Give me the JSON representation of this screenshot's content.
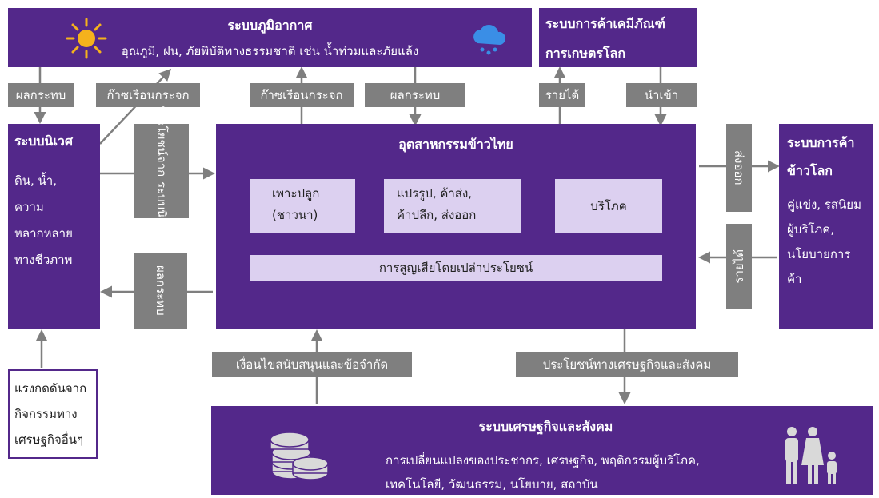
{
  "climate": {
    "title": "ระบบภูมิอากาศ",
    "subtitle": "อุณภูมิ, ฝน, ภัยพิบัติทางธรรมชาติ  เช่น น้ำท่วมและภัยแล้ง"
  },
  "agrochem": {
    "line1": "ระบบการค้าเคมีภัณฑ์",
    "line2": "การเกษตรโลก"
  },
  "ecosystem": {
    "title": "ระบบนิเวศ",
    "items": [
      "ดิน, น้ำ,",
      "ความ",
      "หลากหลาย",
      "ทางชีวภาพ"
    ]
  },
  "industry": {
    "title": "อุตสาหกรรมข้าวไทย",
    "cultivation": [
      "เพาะปลูก",
      "(ชาวนา)"
    ],
    "processing": [
      "แปรรูป, ค้าส่ง,",
      "ค้าปลีก, ส่งออก"
    ],
    "consumption": "บริโภค",
    "loss": "การสูญเสียโดยเปล่าประโยชน์"
  },
  "world_trade": {
    "line1": "ระบบการค้า",
    "line2": "ข้าวโลก",
    "items": [
      "คู่แข่ง, รสนิยม",
      "ผู้บริโภค,",
      "นโยบายการค้า"
    ]
  },
  "pressure": {
    "lines": [
      "แรงกดดันจาก",
      "กิจกรรมทาง",
      "เศรษฐกิจอื่นๆ"
    ]
  },
  "socio": {
    "title": "ระบบเศรษฐกิจและสังคม",
    "line1": "การเปลี่ยนแปลงของประชากร, เศรษฐกิจ, พฤติกรรมผู้บริโภค,",
    "line2": "เทคโนโลยี, วัฒนธรรม, นโยบาย, สถาบัน"
  },
  "labels": {
    "impact_eco": "ผลกระทบ",
    "ghg_eco": "ก๊าซเรือนกระจก",
    "ghg_ind": "ก๊าซเรือนกระจก",
    "impact_ind": "ผลกระทบ",
    "income": "รายได้",
    "import": "นำเข้า",
    "benefit_eco": [
      "ประโยชน์จาก",
      "ระบบนิเวศ"
    ],
    "impact_back": "ผลกระทบ",
    "export": "ส่งออก",
    "income_world": "รายได้",
    "conditions": "เงื่อนไขสนับสนุนและข้อจำกัด",
    "benefit_socio": "ประโยชน์ทางเศรษฐกิจและสังคม"
  },
  "colors": {
    "purple": "#53288a",
    "gray": "#7f7f7f",
    "lavender": "#dcd0f0",
    "sun": "#f5b21c",
    "cloud": "#3a8ee6"
  },
  "icons": [
    "sun-icon",
    "rain-cloud-icon",
    "coins-icon",
    "family-icon"
  ]
}
